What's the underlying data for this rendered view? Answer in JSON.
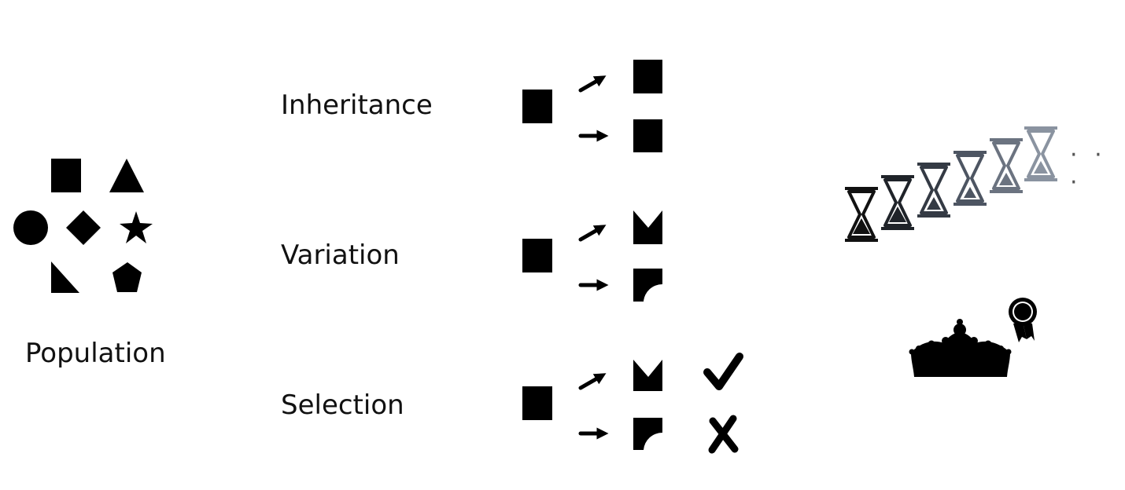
{
  "labels": {
    "population": "Population",
    "inheritance": "Inheritance",
    "variation": "Variation",
    "selection": "Selection"
  },
  "ellipsis": "· · ·",
  "colors": {
    "ink": "#000000",
    "hourglass_shades": [
      "#111111",
      "#1f2329",
      "#343a44",
      "#4d5562",
      "#6b7380",
      "#8a93a0"
    ]
  }
}
